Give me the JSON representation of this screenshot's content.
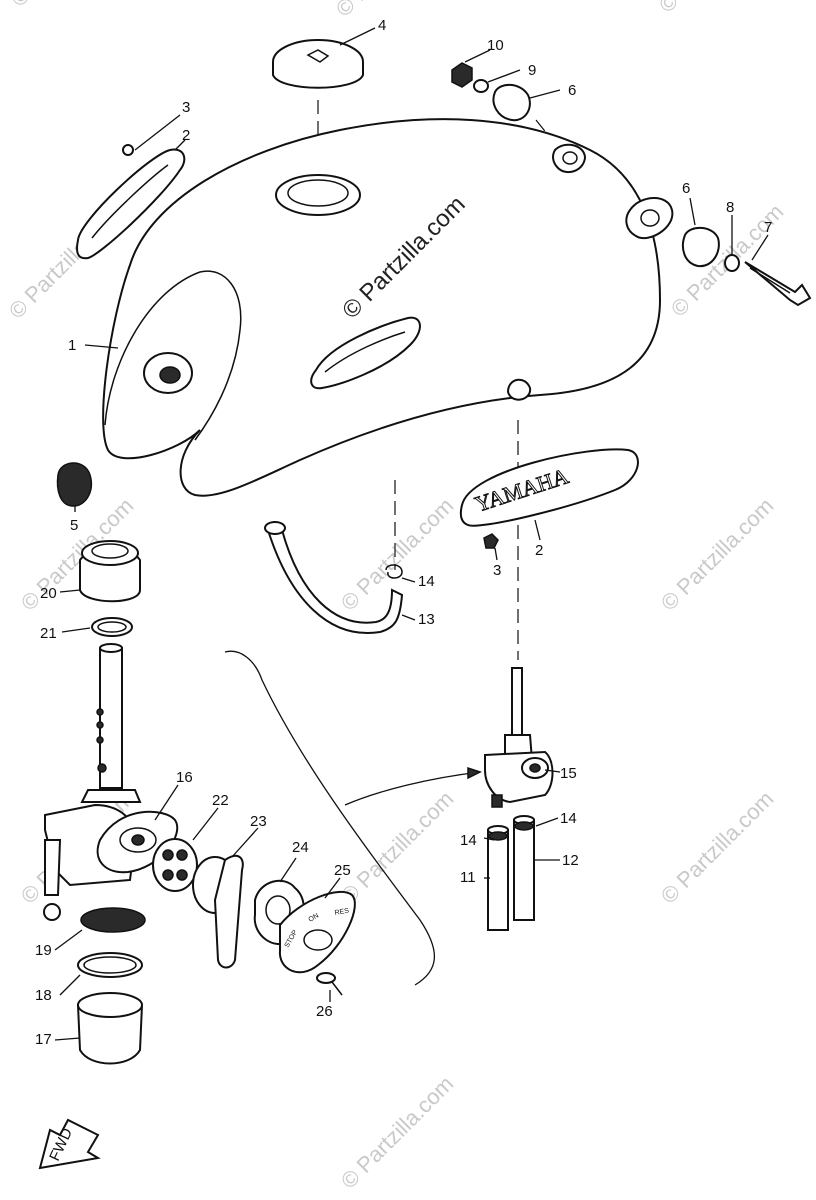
{
  "diagram": {
    "brand_emblem_text": "YAMAHA",
    "fwd_label": "FWD",
    "cock_plate_labels": [
      "STOP",
      "ON",
      "RES"
    ],
    "watermarks": [
      "© Partzilla.com",
      "© Partzilla.com",
      "© Partzilla.com",
      "© Partzilla.com",
      "© Partzilla.com",
      "© Partzilla.com",
      "© Partzilla.com",
      "© Partzilla.com",
      "© Partzilla.com",
      "© Partzilla.com",
      "© Partzilla.com",
      "© Partzilla.com"
    ],
    "main_watermark": "© Partzilla.com",
    "callouts": {
      "c1": "1",
      "c2a": "2",
      "c2b": "2",
      "c3a": "3",
      "c3b": "3",
      "c4": "4",
      "c5": "5",
      "c6a": "6",
      "c6b": "6",
      "c7": "7",
      "c8": "8",
      "c9": "9",
      "c10": "10",
      "c11": "11",
      "c12": "12",
      "c13": "13",
      "c14a": "14",
      "c14b": "14",
      "c14c": "14",
      "c15": "15",
      "c16": "16",
      "c17": "17",
      "c18": "18",
      "c19": "19",
      "c20": "20",
      "c21": "21",
      "c22": "22",
      "c23": "23",
      "c24": "24",
      "c25": "25",
      "c26": "26"
    }
  }
}
